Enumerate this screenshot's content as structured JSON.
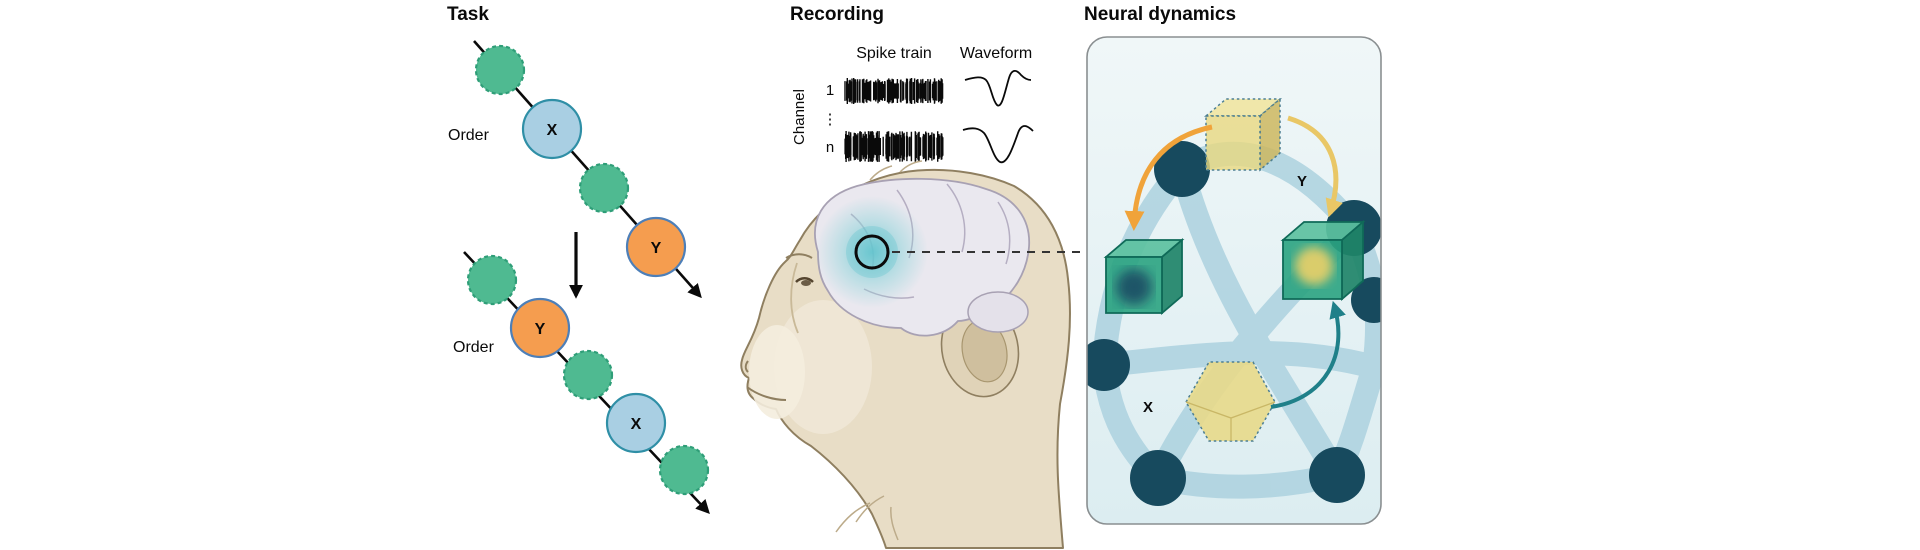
{
  "task": {
    "title": "Task",
    "order": "Order",
    "x": "X",
    "y": "Y"
  },
  "recording": {
    "title": "Recording",
    "spike_train": "Spike train",
    "waveform": "Waveform",
    "channel": "Channel",
    "channel_first": "1",
    "channel_last": "n",
    "channel_dots": "⋮"
  },
  "neural": {
    "title": "Neural dynamics",
    "x": "X",
    "y": "Y"
  },
  "colors": {
    "green_fill": "#4fba91",
    "green_stroke": "#2f9e78",
    "blue_fill": "#a9cfe3",
    "blue_stroke": "#2f8fa6",
    "orange_fill": "#f59d4f",
    "orange_stroke": "#4d7fb8",
    "node": "#174a5e",
    "edge": "#a9d0de",
    "panel_bg": "#e7f2f5",
    "cube_yellow": "#e9d87f",
    "cube_green": "#2aa381",
    "arrow_orange": "#f0a33a",
    "arrow_yellow": "#e9c766",
    "arrow_teal": "#1f8089",
    "head": "#e8ddc6",
    "brain": "#eae8ef",
    "glow": "#7fd0d6",
    "ink": "#0a0a0a"
  }
}
